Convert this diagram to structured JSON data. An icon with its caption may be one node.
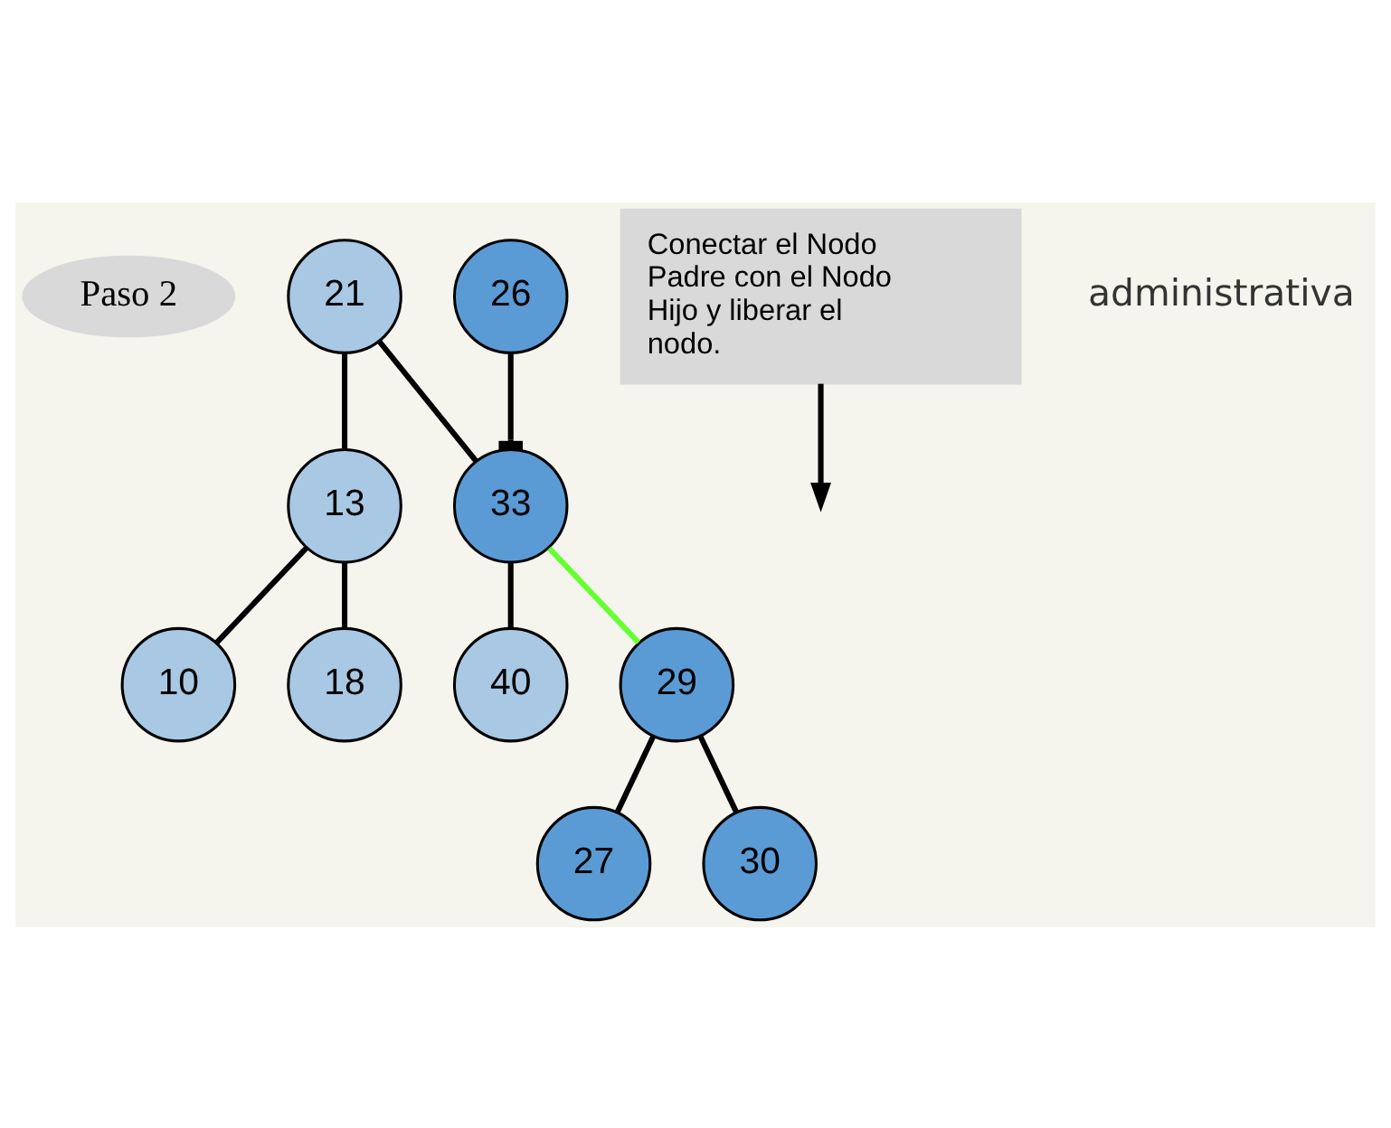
{
  "diagram": {
    "nodes": [
      {
        "text": [
          "Paso 2"
        ]
      },
      {
        "text": [
          "21"
        ]
      },
      {
        "text": [
          "13"
        ]
      },
      {
        "text": [
          "33"
        ]
      },
      {
        "text": [
          "26"
        ]
      },
      {
        "text": [
          "10"
        ]
      },
      {
        "text": [
          "18"
        ]
      },
      {
        "text": [
          "40"
        ]
      },
      {
        "text": [
          "29"
        ]
      },
      {
        "text": [
          "27"
        ]
      },
      {
        "text": [
          "30"
        ]
      },
      {
        "text": [
          "Conectar el Nodo Padre con el Nodo Hijo y liberar el nodo."
        ]
      }
    ],
    "edges": [
      {
        "from": 1,
        "to": 2,
        "arrow": "none"
      },
      {
        "from": 1,
        "to": 3,
        "arrow": "none"
      },
      {
        "from": 4,
        "to": 3,
        "arrow": "other"
      },
      {
        "from": 2,
        "to": 5,
        "arrow": "none"
      },
      {
        "from": 2,
        "to": 6,
        "arrow": "none"
      },
      {
        "from": 3,
        "to": 7,
        "arrow": "none"
      },
      {
        "from": 3,
        "to": 8,
        "arrow": "none",
        "color": "#66ff33"
      },
      {
        "from": 8,
        "to": 9,
        "arrow": "none"
      },
      {
        "from": 8,
        "to": 10,
        "arrow": "none"
      },
      {
        "from": 11,
        "to": null,
        "arrow": "to"
      }
    ],
    "labels": [
      "administrativa"
    ]
  }
}
